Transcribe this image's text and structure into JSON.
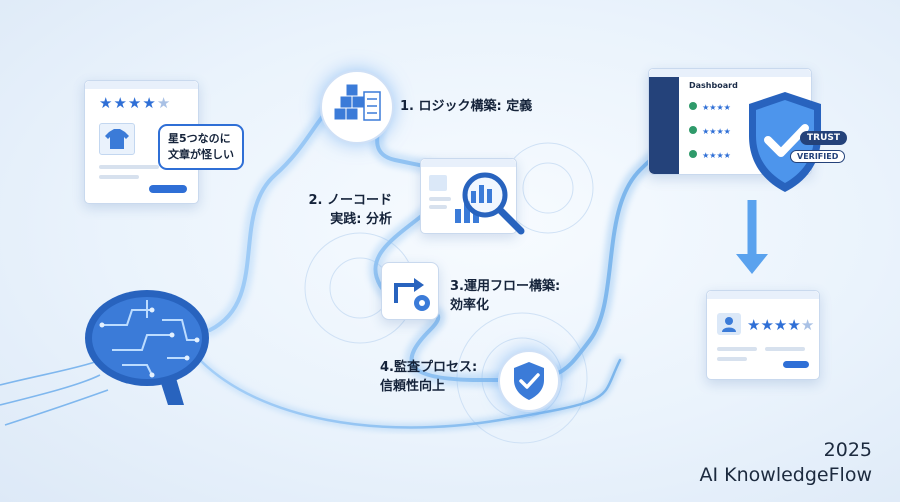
{
  "review_card": {
    "stars_filled": 4,
    "stars_total": 5
  },
  "speech_bubble": {
    "line1": "星5つなのに",
    "line2": "文章が怪しい"
  },
  "steps": [
    {
      "line1": "1. ロジック構築: 定義",
      "line2": ""
    },
    {
      "line1": "2. ノーコード",
      "line2": "実践: 分析"
    },
    {
      "line1": "3.運用フロー構築:",
      "line2": "効率化"
    },
    {
      "line1": "4.監査プロセス:",
      "line2": "信頼性向上"
    }
  ],
  "dashboard": {
    "title": "Dashboard",
    "rows_stars": [
      4,
      4,
      4
    ]
  },
  "badges": {
    "trust": "TRUST",
    "verified": "VERIFIED"
  },
  "result_card": {
    "stars_filled": 4,
    "stars_total": 5
  },
  "footer": {
    "year": "2025",
    "brand": "AI KnowledgeFlow"
  },
  "colors": {
    "accent": "#2f6fd6",
    "flow": "#8cc3f5",
    "text": "#15233a"
  }
}
